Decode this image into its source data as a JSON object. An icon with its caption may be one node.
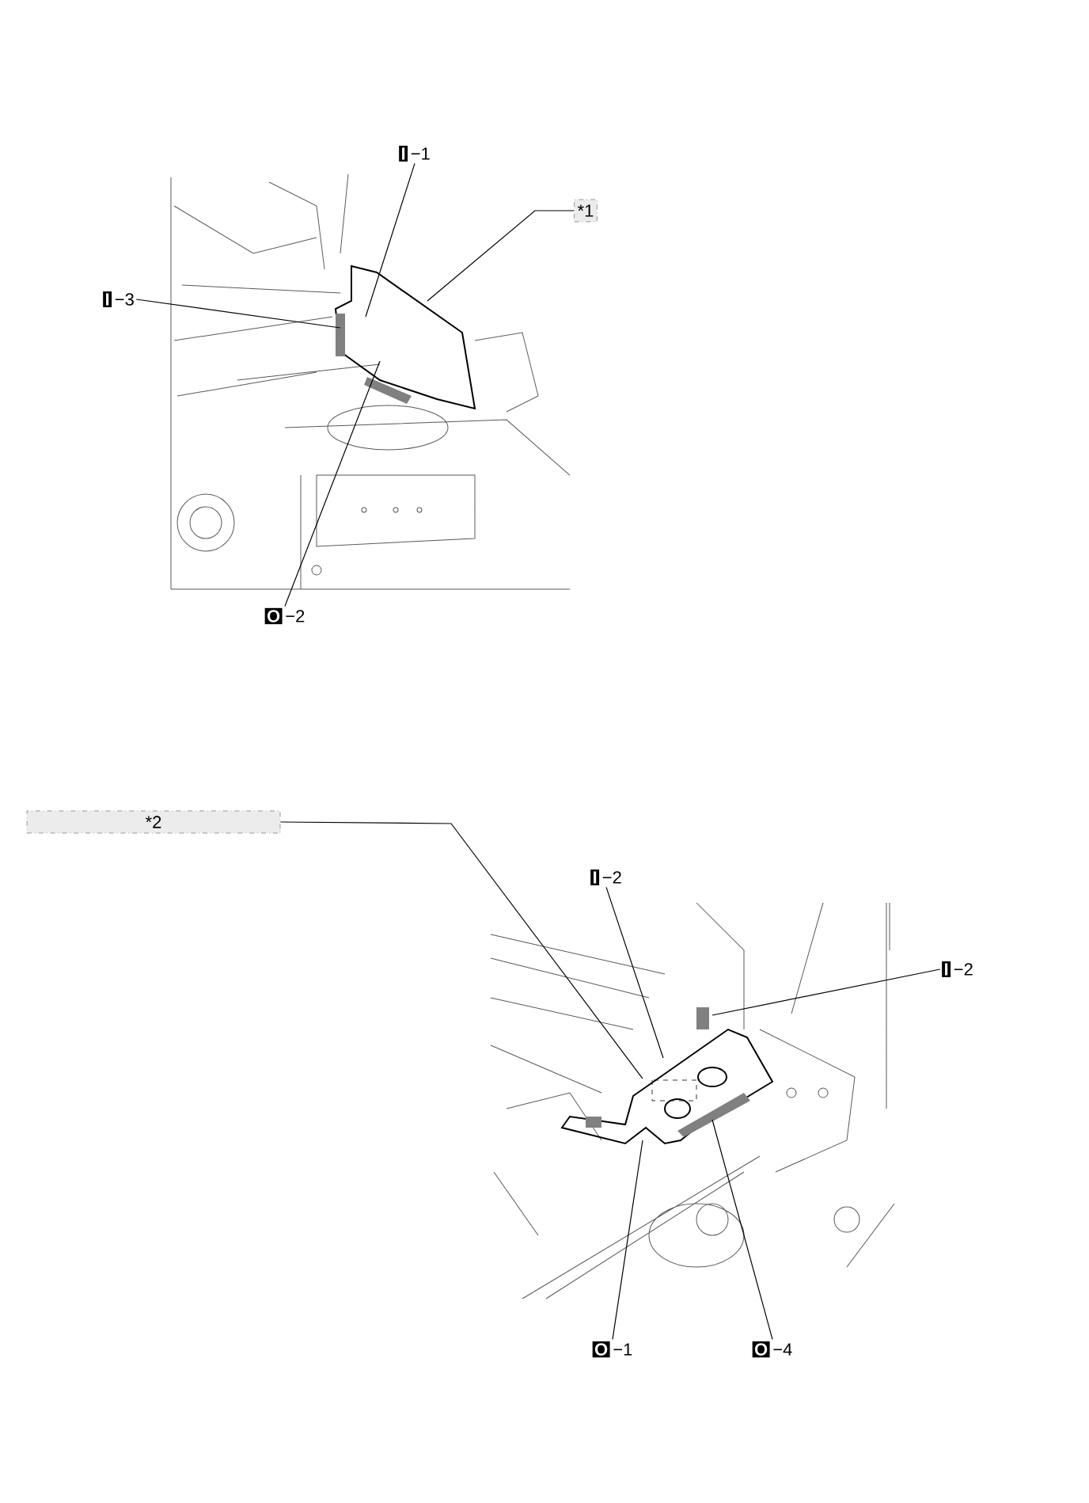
{
  "diagram": {
    "nodes": [
      {
        "text": [
          "I",
          "−1"
        ]
      },
      {
        "text": [
          "I",
          "−3"
        ]
      },
      {
        "text": [
          "*1"
        ]
      },
      {
        "text": [
          "O",
          "−2"
        ]
      },
      {
        "text": [
          "*2"
        ]
      },
      {
        "text": [
          "I",
          "−2"
        ]
      },
      {
        "text": [
          "I",
          "−2"
        ]
      },
      {
        "text": [
          "O",
          "−1"
        ]
      },
      {
        "text": [
          "O",
          "−4"
        ]
      },
      {
        "text": [],
        "shape": "picture"
      },
      {
        "text": [],
        "shape": "picture"
      }
    ],
    "edges": [
      {
        "from": 0,
        "to": 9,
        "arrow": "none"
      },
      {
        "from": 1,
        "to": 9,
        "arrow": "none"
      },
      {
        "from": 2,
        "to": 9,
        "arrow": "none"
      },
      {
        "from": 3,
        "to": 9,
        "arrow": "none"
      },
      {
        "from": 4,
        "to": 10,
        "arrow": "none"
      },
      {
        "from": 5,
        "to": 10,
        "arrow": "none"
      },
      {
        "from": 6,
        "to": 10,
        "arrow": "none"
      },
      {
        "from": 7,
        "to": 10,
        "arrow": "none"
      },
      {
        "from": 8,
        "to": 10,
        "arrow": "none"
      }
    ]
  }
}
